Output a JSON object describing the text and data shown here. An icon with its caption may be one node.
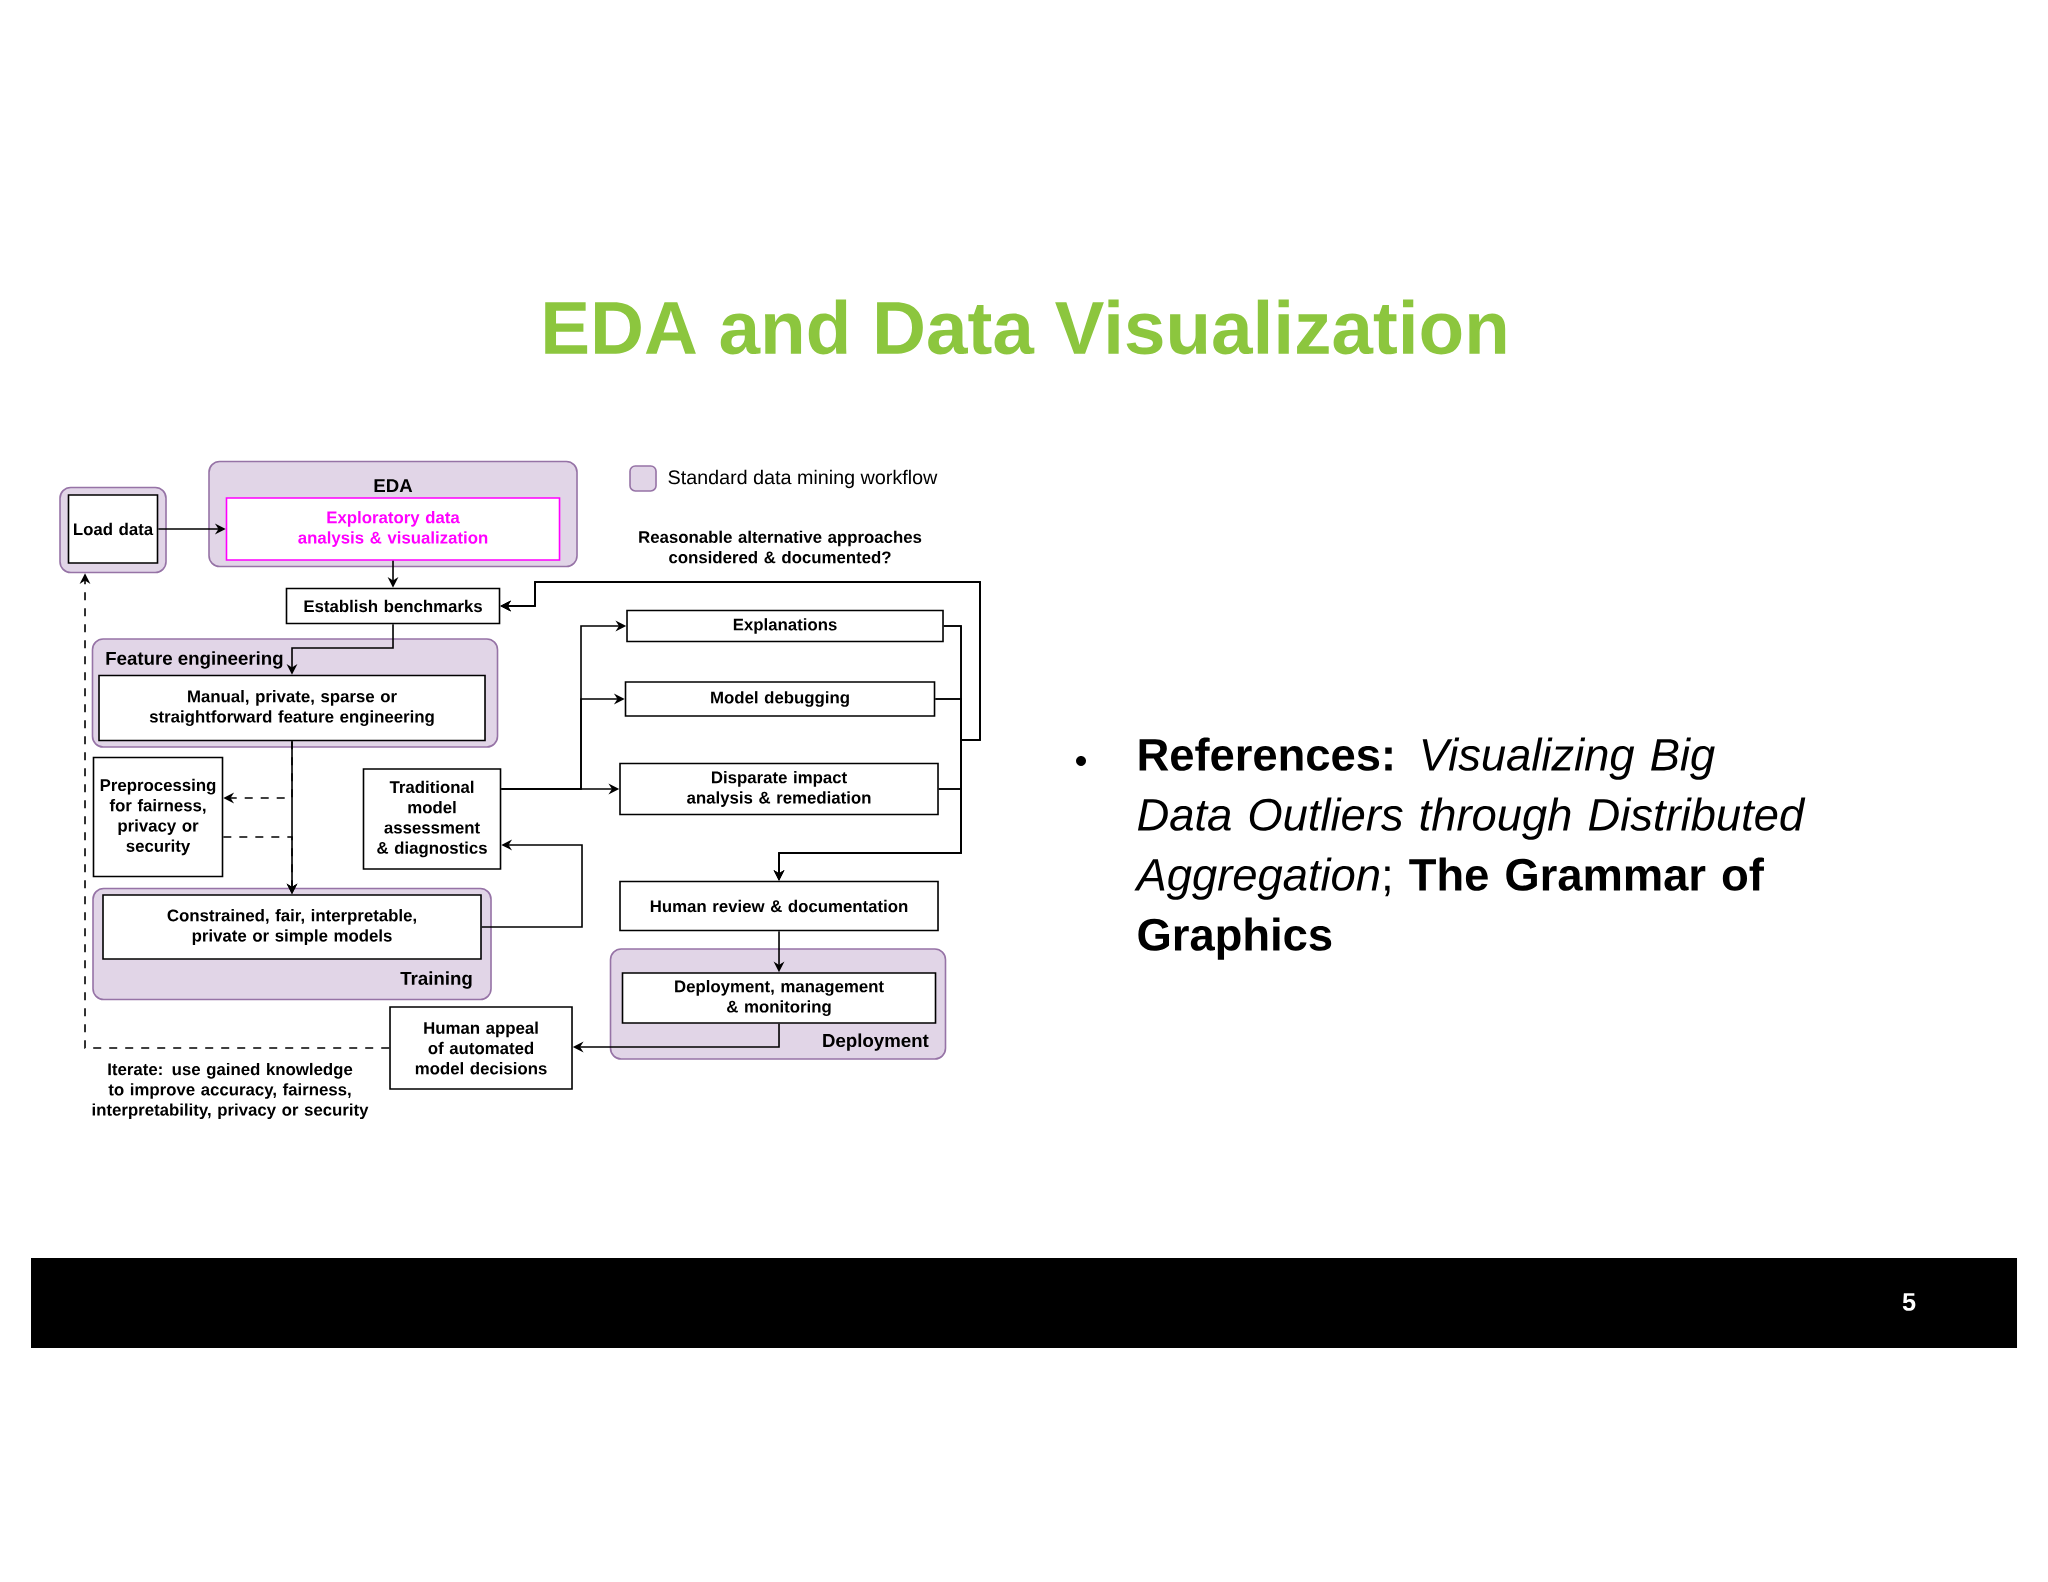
{
  "diagram": {
    "title": "EDA and Data Visualization",
    "nodes": [
      {
        "text": [],
        "shape": "box"
      },
      {
        "text": [
          "Load data"
        ],
        "in": 0
      },
      {
        "text": [
          "EDA"
        ]
      },
      {
        "text": [
          "Exploratory data analysis & visualization"
        ],
        "in": 2
      },
      {
        "text": [
          "Establish benchmarks"
        ]
      },
      {
        "text": [
          "Feature engineering"
        ]
      },
      {
        "text": [
          "Manual, private, sparse or straightforward feature engineering"
        ],
        "in": 5
      },
      {
        "text": [
          "Preprocessing for fairness, privacy or security"
        ]
      },
      {
        "text": [
          "Traditional model assessment & diagnostics"
        ]
      },
      {
        "text": [
          "Training"
        ]
      },
      {
        "text": [
          "Constrained, fair, interpretable, private or simple models"
        ],
        "in": 9
      },
      {
        "text": [
          "Explanations"
        ]
      },
      {
        "text": [
          "Model debugging"
        ]
      },
      {
        "text": [
          "Disparate impact analysis & remediation"
        ]
      },
      {
        "text": [
          "Human review & documentation"
        ]
      },
      {
        "text": [
          "Deployment"
        ]
      },
      {
        "text": [
          "Deployment, management & monitoring"
        ],
        "in": 15
      },
      {
        "text": [
          "Human appeal of automated model decisions"
        ]
      }
    ],
    "edges": [
      {
        "from": 1,
        "to": 3,
        "arrow": "to"
      },
      {
        "from": 3,
        "to": 4,
        "arrow": "to"
      },
      {
        "from": 4,
        "to": 6,
        "arrow": "to"
      },
      {
        "from": 6,
        "to": 10,
        "arrow": "to"
      },
      {
        "from": 6,
        "to": 7,
        "arrow": "to",
        "style": "dashed"
      },
      {
        "from": 7,
        "to": 10,
        "arrow": "to",
        "style": "dashed"
      },
      {
        "from": 10,
        "to": 8,
        "arrow": "to"
      },
      {
        "from": 8,
        "to": 11,
        "arrow": "to"
      },
      {
        "from": 8,
        "to": 12,
        "arrow": "to"
      },
      {
        "from": 8,
        "to": 13,
        "arrow": "to"
      },
      {
        "from": 11,
        "to": 14,
        "arrow": "to"
      },
      {
        "from": 12,
        "to": 14,
        "arrow": "to"
      },
      {
        "from": 13,
        "to": 14,
        "arrow": "to"
      },
      {
        "from": 11,
        "to": 4,
        "arrow": "to"
      },
      {
        "from": 12,
        "to": 4,
        "arrow": "to"
      },
      {
        "from": 13,
        "to": 4,
        "arrow": "to"
      },
      {
        "from": 14,
        "to": 16,
        "arrow": "to"
      },
      {
        "from": 16,
        "to": 17,
        "arrow": "to"
      },
      {
        "from": 17,
        "to": 0,
        "arrow": "to",
        "style": "dashed"
      }
    ],
    "labels": [
      "Reasonable alternative approaches considered & documented?",
      "Iterate: use gained knowledge to improve accuracy, fairness, interpretability, privacy or security",
      "**References:** *Visualizing Big Data Outliers through Distributed Aggregation*; **The Grammar of Graphics**",
      "5"
    ],
    "legend": [
      {
        "text": "Standard data mining workflow",
        "color": "#e1d5e7"
      }
    ]
  }
}
